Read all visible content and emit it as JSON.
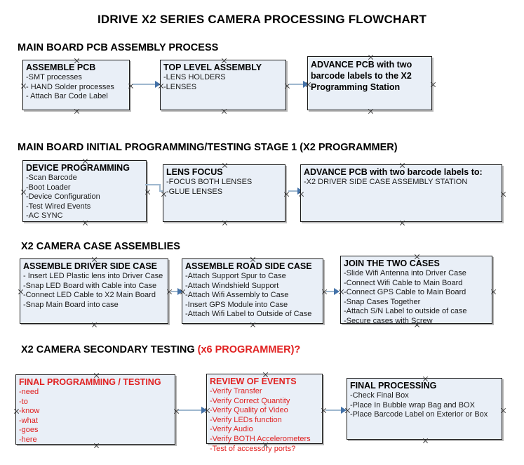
{
  "document": {
    "title": "IDRIVE X2  SERIES CAMERA PROCESSING FLOWCHART"
  },
  "sections": [
    {
      "id": "s1",
      "heading": "MAIN BOARD PCB ASSEMBLY PROCESS",
      "accent": ""
    },
    {
      "id": "s2",
      "heading": "MAIN BOARD INITIAL PROGRAMMING/TESTING STAGE 1 (X2 PROGRAMMER)",
      "accent": ""
    },
    {
      "id": "s3",
      "heading": "X2 CAMERA CASE ASSEMBLIES",
      "accent": ""
    },
    {
      "id": "s4",
      "heading": "X2 CAMERA SECONDARY TESTING  ",
      "accent": "(x6 PROGRAMMER)?"
    }
  ],
  "nodes": {
    "assemble_pcb": {
      "title": "ASSEMBLE PCB",
      "items": [
        "-SMT processes",
        "- HAND Solder processes",
        "- Attach Bar Code Label"
      ]
    },
    "top_level_assembly": {
      "title": "TOP LEVEL ASSEMBLY",
      "items": [
        "-LENS HOLDERS",
        "-LENSES"
      ]
    },
    "advance_pcb_1": {
      "title": "ADVANCE PCB with two barcode labels to the  X2 Programming Station",
      "items": []
    },
    "device_programming": {
      "title": "DEVICE PROGRAMMING",
      "items": [
        "-Scan Barcode",
        "-Boot Loader",
        "-Device Configuration",
        "-Test Wired Events",
        "-AC SYNC"
      ]
    },
    "lens_focus": {
      "title": "LENS FOCUS",
      "items": [
        "-FOCUS BOTH LENSES",
        "-GLUE LENSES"
      ]
    },
    "advance_pcb_2": {
      "title": "ADVANCE PCB with two barcode labels to:",
      "items": [
        "-X2 DRIVER  SIDE  CASE  ASSEMBLY STATION"
      ]
    },
    "assemble_driver_side_case": {
      "title": "ASSEMBLE DRIVER SIDE CASE",
      "items": [
        "- Insert LED Plastic lens into Driver Case",
        "-Snap LED Board with Cable into Case",
        "-Connect LED Cable to X2 Main Board",
        "-Snap Main Board into case"
      ]
    },
    "assemble_road_side_case": {
      "title": "ASSEMBLE ROAD SIDE CASE",
      "items": [
        "-Attach Support Spur to Case",
        "-Attach Windshield Support",
        "-Attach Wifi Assembly to Case",
        "-Insert GPS Module into Case",
        "-Attach Wifi Label to Outside of Case"
      ]
    },
    "join_the_two_cases": {
      "title": "JOIN THE TWO CASES",
      "items": [
        "-Slide Wifi Antenna into Driver Case",
        "-Connect Wifi Cable to Main Board",
        "-Connect GPS Cable to Main Board",
        "-Snap Cases Together",
        "-Attach S/N Label to outside of case",
        "-Secure cases with Screw"
      ]
    },
    "final_programming_testing": {
      "title": "FINAL PROGRAMMING / TESTING",
      "items": [
        "-need",
        "-to",
        "-know",
        "-what",
        "-goes",
        "-here"
      ]
    },
    "review_of_events": {
      "title": "REVIEW OF EVENTS",
      "items": [
        "-Verify Transfer",
        "-Verify Correct Quantity",
        "-Verify Quality of Video",
        "-Verify LEDs function",
        "-Verify Audio",
        "-Verify BOTH Accelerometers",
        "-Test of accessory ports?"
      ]
    },
    "final_processing": {
      "title": "FINAL PROCESSING",
      "items": [
        "-Check Final Box",
        "-Place In Bubble wrap Bag and BOX",
        "-Place Barcode Label on Exterior or Box"
      ]
    }
  },
  "colors": {
    "node_fill": "#e9eff7",
    "node_border": "#1a1a1a",
    "connector": "#9fb8cf",
    "arrow": "#4472a8",
    "accent_red": "#e02020",
    "text": "#000000"
  }
}
